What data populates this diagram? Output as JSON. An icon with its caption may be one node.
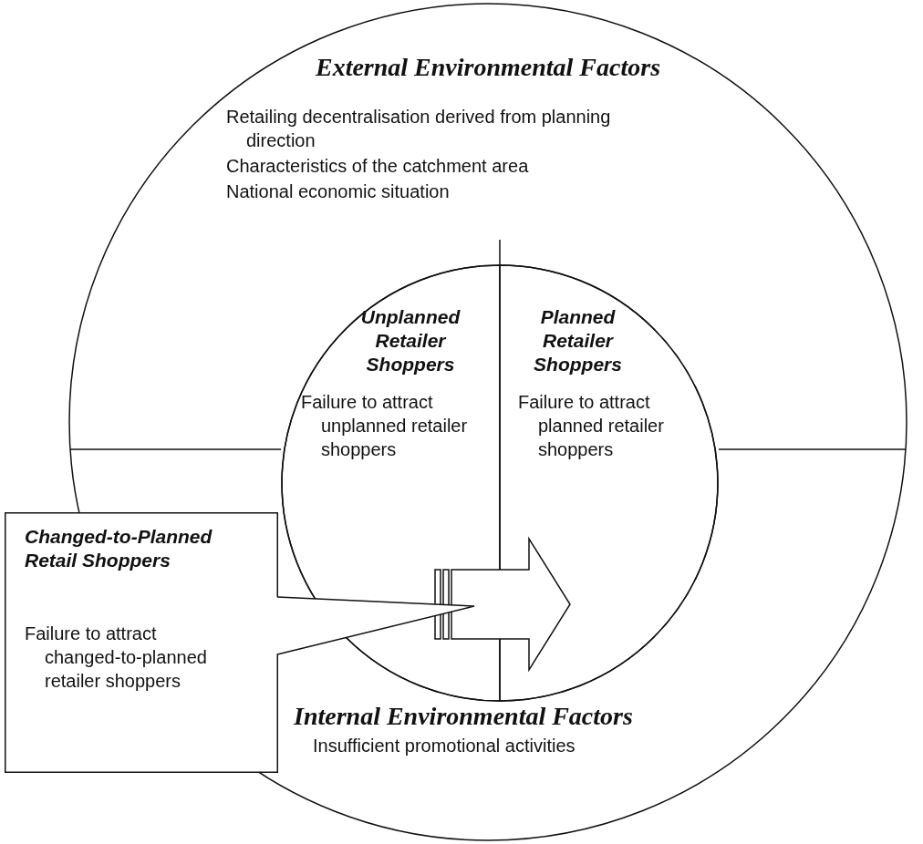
{
  "diagram": {
    "nodes": [
      {
        "text": [
          "External Environmental Factors",
          "Retailing decentralisation derived from planning direction",
          "Characteristics of the catchment area",
          "National economic situation",
          "Internal Environmental Factors",
          "Insufficient promotional activities"
        ]
      },
      {
        "text": [],
        "shape": "circle",
        "in": 0
      },
      {
        "text": [
          "Unplanned Retailer Shoppers",
          "Failure to attract unplanned retailer shoppers"
        ],
        "in": 1
      },
      {
        "text": [
          "Planned Retailer Shoppers",
          "Failure to attract planned retailer shoppers"
        ],
        "in": 1
      },
      {
        "text": [
          "Changed-to-Planned Retail Shoppers",
          "Failure to attract changed-to-planned retailer shoppers"
        ]
      }
    ],
    "edges": [
      {
        "from": 2,
        "to": 3,
        "arrow": "to",
        "style": "thick"
      },
      {
        "from": 4,
        "to": null,
        "arrow": "none"
      }
    ]
  }
}
